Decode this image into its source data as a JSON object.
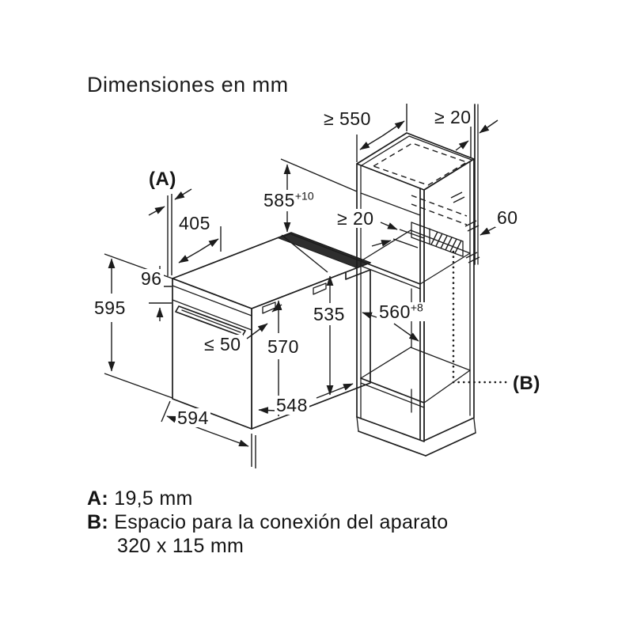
{
  "title": "Dimensiones en mm",
  "diagram": {
    "oven": {
      "ref_a": "(A)",
      "d405": "405",
      "d96": "96",
      "d595": "595",
      "d50": "≤ 50",
      "d570": "570",
      "d535": "535",
      "d594": "594",
      "d548": "548"
    },
    "cabinet": {
      "d550": "≥ 550",
      "d20_top": "≥ 20",
      "d585": {
        "main": "585",
        "sup": "+10"
      },
      "d20_inner": "≥ 20",
      "d60": "60",
      "d560": {
        "main": "560",
        "sup": "+8"
      },
      "ref_b": "(B)"
    }
  },
  "legend": {
    "a_key": "A:",
    "a_value": "19,5 mm",
    "b_key": "B:",
    "b_value": "Espacio para la conexión del aparato",
    "b_value2": "320 x 115 mm"
  },
  "colors": {
    "line": "#1c1c1c",
    "background": "#ffffff"
  }
}
